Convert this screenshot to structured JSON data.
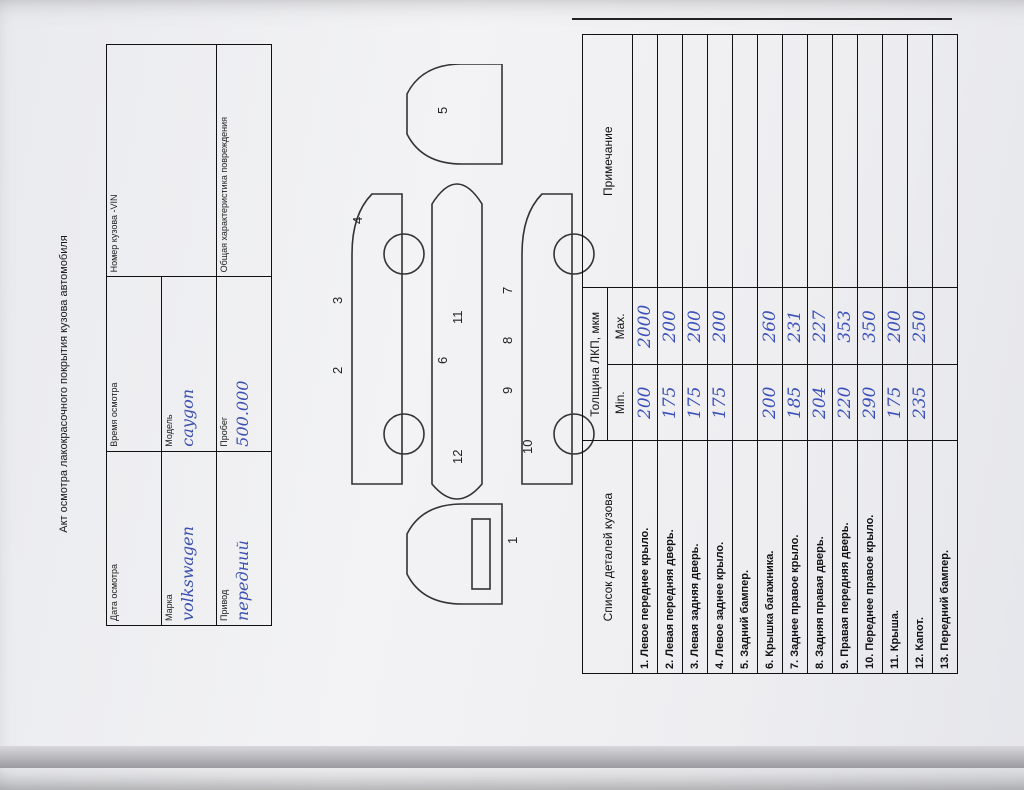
{
  "document": {
    "title": "Акт осмотра лакокрасочного покрытия кузова автомобиля",
    "info": {
      "date_label": "Дата осмотра",
      "time_label": "Время осмотра",
      "brand_label": "Марка",
      "brand_value": "volkswagen",
      "model_label": "Модель",
      "model_value": "caygon",
      "vin_label": "Номер кузова -VIN",
      "drive_label": "Привод",
      "drive_value": "передний",
      "mileage_label": "Пробег",
      "mileage_value": "500.000",
      "damage_label": "Общая характеристика повреждения"
    },
    "diagram_numbers": [
      "1",
      "2",
      "3",
      "4",
      "5",
      "6",
      "7",
      "8",
      "9",
      "10",
      "11",
      "12"
    ],
    "parts_table": {
      "col_parts": "Список деталей кузова",
      "col_thickness": "Толщина ЛКП, мкм",
      "col_min": "Min.",
      "col_max": "Max.",
      "col_note": "Примечание",
      "rows": [
        {
          "label": "1. Левое переднее крыло.",
          "min": "200",
          "max": "2000"
        },
        {
          "label": "2. Левая передняя дверь.",
          "min": "175",
          "max": "200"
        },
        {
          "label": "3. Левая задняя дверь.",
          "min": "175",
          "max": "200"
        },
        {
          "label": "4. Левое заднее крыло.",
          "min": "175",
          "max": "200"
        },
        {
          "label": "5. Задний бампер.",
          "min": "",
          "max": ""
        },
        {
          "label": "6. Крышка багажника.",
          "min": "200",
          "max": "260"
        },
        {
          "label": "7. Заднее правое крыло.",
          "min": "185",
          "max": "231"
        },
        {
          "label": "8. Задняя правая дверь.",
          "min": "204",
          "max": "227"
        },
        {
          "label": "9. Правая передняя дверь.",
          "min": "220",
          "max": "353"
        },
        {
          "label": "10. Переднее правое крыло.",
          "min": "290",
          "max": "350"
        },
        {
          "label": "11. Крыша.",
          "min": "175",
          "max": "200"
        },
        {
          "label": "12. Капот.",
          "min": "235",
          "max": "250"
        },
        {
          "label": "13. Передний бампер.",
          "min": "",
          "max": ""
        }
      ]
    }
  }
}
